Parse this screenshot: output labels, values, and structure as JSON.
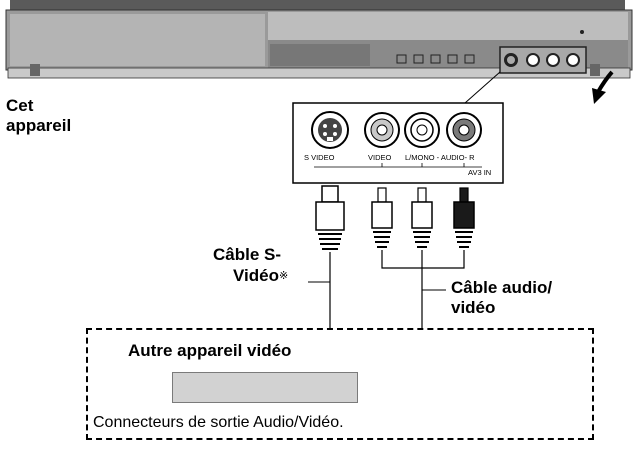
{
  "device_label_line1": "Cet",
  "device_label_line2": "appareil",
  "jack_labels": {
    "s_video": "S VIDEO",
    "video": "VIDEO",
    "audio": "L/MONO - AUDIO- R",
    "input_name": "AV3 IN"
  },
  "svideo_cable_label_line1": "Câble S-",
  "svideo_cable_label_line2": "Vidéo",
  "svideo_cable_note_mark": "※",
  "av_cable_label_line1": "Câble audio/",
  "av_cable_label_line2": "vidéo",
  "other_device_title": "Autre appareil vidéo",
  "output_connectors_label": "Connecteurs de sortie Audio/Vidéo.",
  "colors": {
    "device_body": "#8c8c8c",
    "device_dark": "#3a3a3a",
    "jack_yellow_ring": "#c8c8c8",
    "jack_red_ring": "#7a7a7a",
    "plug_dark": "#1a1a1a"
  }
}
